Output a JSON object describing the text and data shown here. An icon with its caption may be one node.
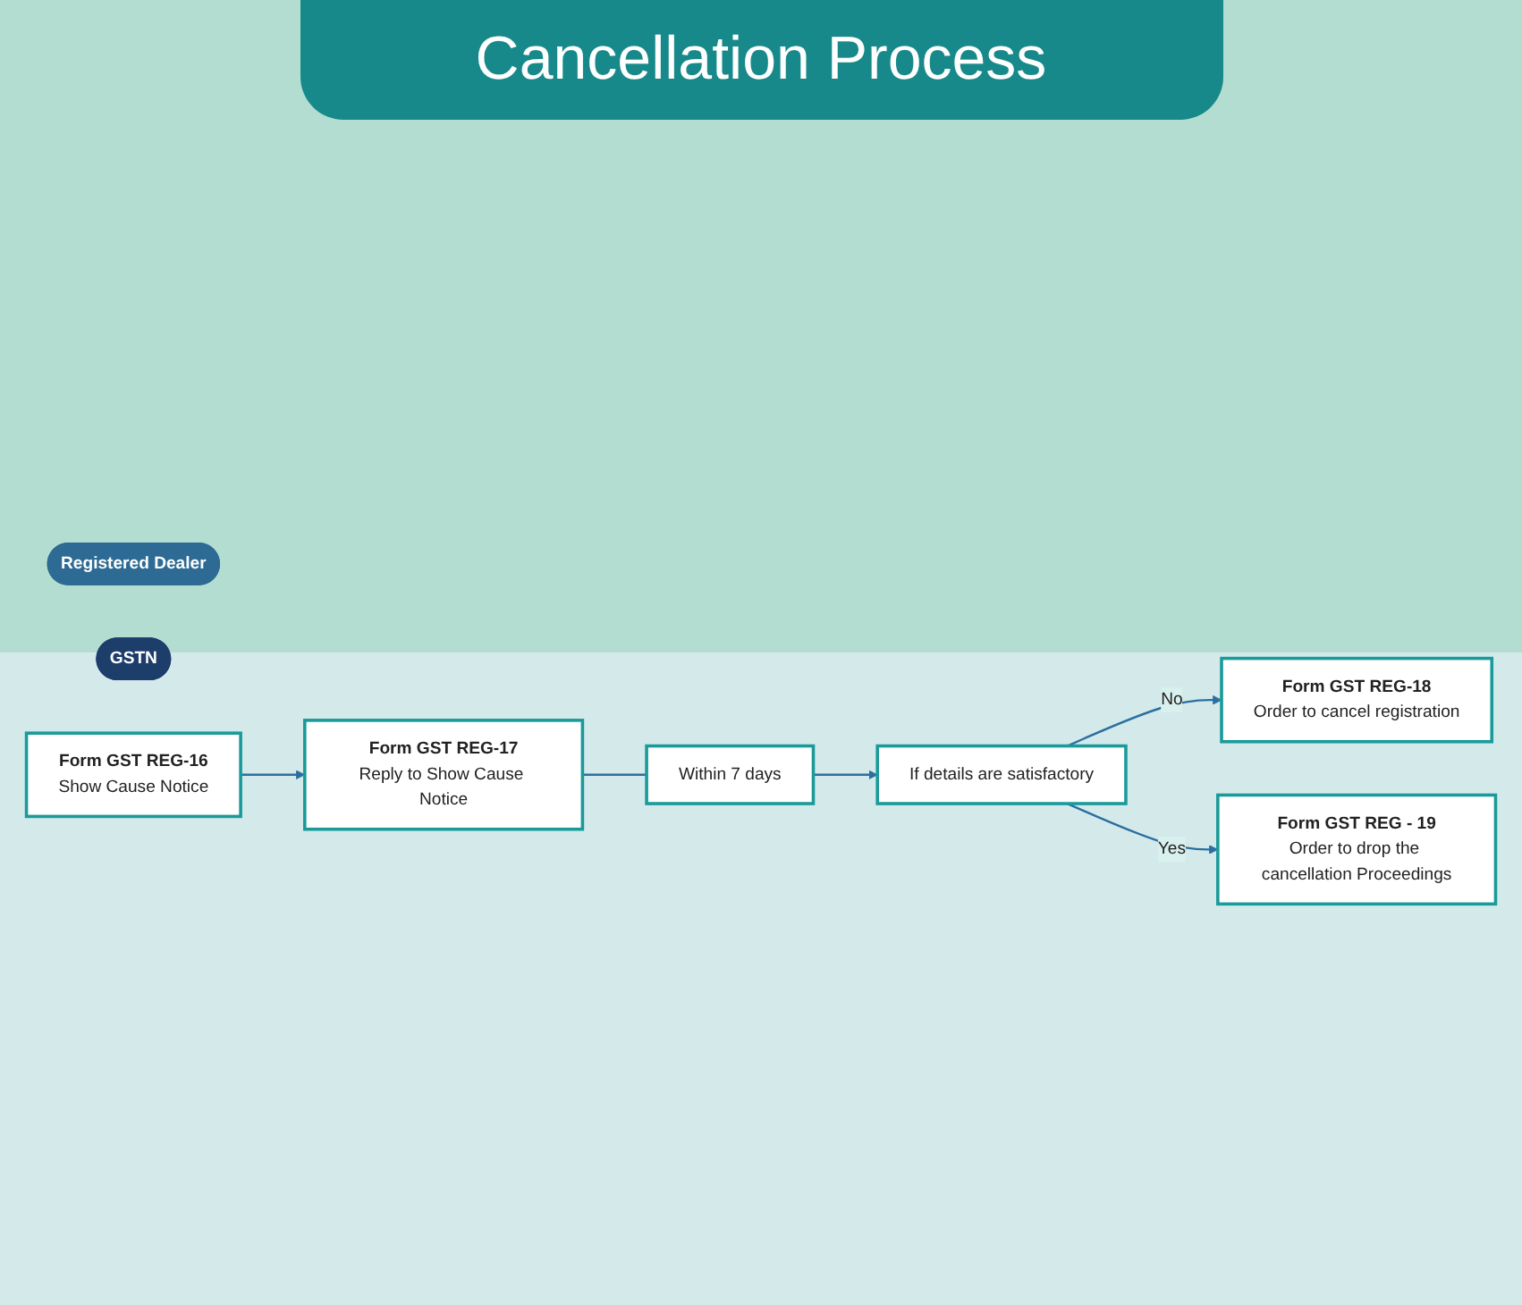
{
  "diagram": {
    "title": "Cancellation Process",
    "nodes": [
      {
        "text": [
          "Registered Dealer"
        ]
      },
      {
        "text": [
          "GSTN"
        ]
      },
      {
        "text": [
          "Form GST REG-17",
          "Reply to Show Cause Notice"
        ]
      },
      {
        "text": [
          "Within 7 days"
        ]
      },
      {
        "text": [
          "Form GST REG-18",
          "Order to cancel registration"
        ]
      },
      {
        "text": [
          "If details are satisfactory"
        ]
      },
      {
        "text": [
          "Form GST REG-16",
          "Show Cause Notice"
        ]
      },
      {
        "text": [
          "Form GST REG - 19",
          "Order to drop the cancellation Proceedings"
        ]
      }
    ],
    "edges": [
      {
        "from": 6,
        "to": 2,
        "arrow": "to"
      },
      {
        "from": 2,
        "to": 3,
        "arrow": "none"
      },
      {
        "from": 3,
        "to": 5,
        "arrow": "to"
      },
      {
        "from": 5,
        "to": 4,
        "label": "No",
        "arrow": "to"
      },
      {
        "from": 5,
        "to": 7,
        "label": "Yes",
        "arrow": "to"
      }
    ]
  }
}
